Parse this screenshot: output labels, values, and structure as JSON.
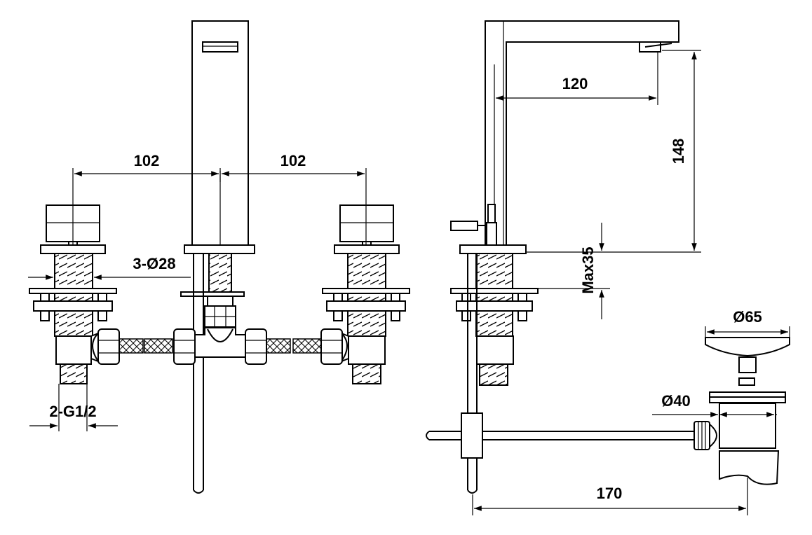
{
  "dimensions": {
    "front_spacing_left": "102",
    "front_spacing_right": "102",
    "hole_diameter": "3-Ø28",
    "inlet_thread": "2-G1/2",
    "spout_reach": "120",
    "spout_height": "148",
    "max_deck_thickness": "Max35",
    "drain_cap_diameter": "Ø65",
    "drain_body_diameter": "Ø40",
    "popup_rod_length": "170"
  },
  "colors": {
    "line": "#000000",
    "background": "#ffffff"
  }
}
